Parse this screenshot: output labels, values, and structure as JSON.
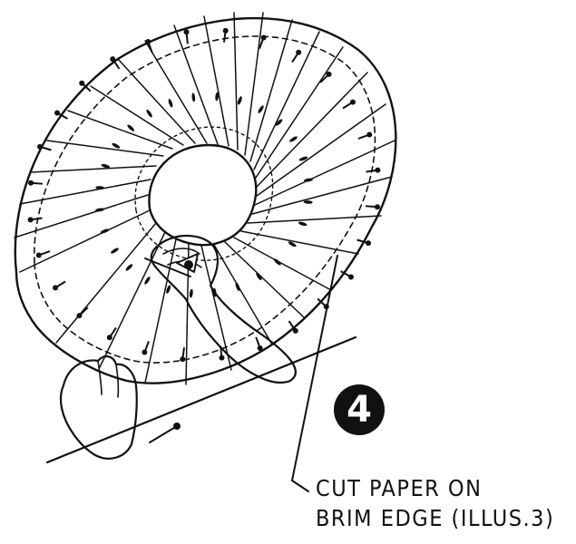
{
  "step": {
    "number": "4",
    "background_color": "#111111",
    "text_color": "#ffffff"
  },
  "callout": {
    "line1": "CUT PAPER ON",
    "line2": "BRIM EDGE (ILLUS.3)"
  },
  "colors": {
    "ink": "#111111",
    "paper": "#ffffff"
  },
  "illustration": {
    "subject": "hands-cutting-paper-on-pinned-hat-brim",
    "pin_count": 28
  }
}
